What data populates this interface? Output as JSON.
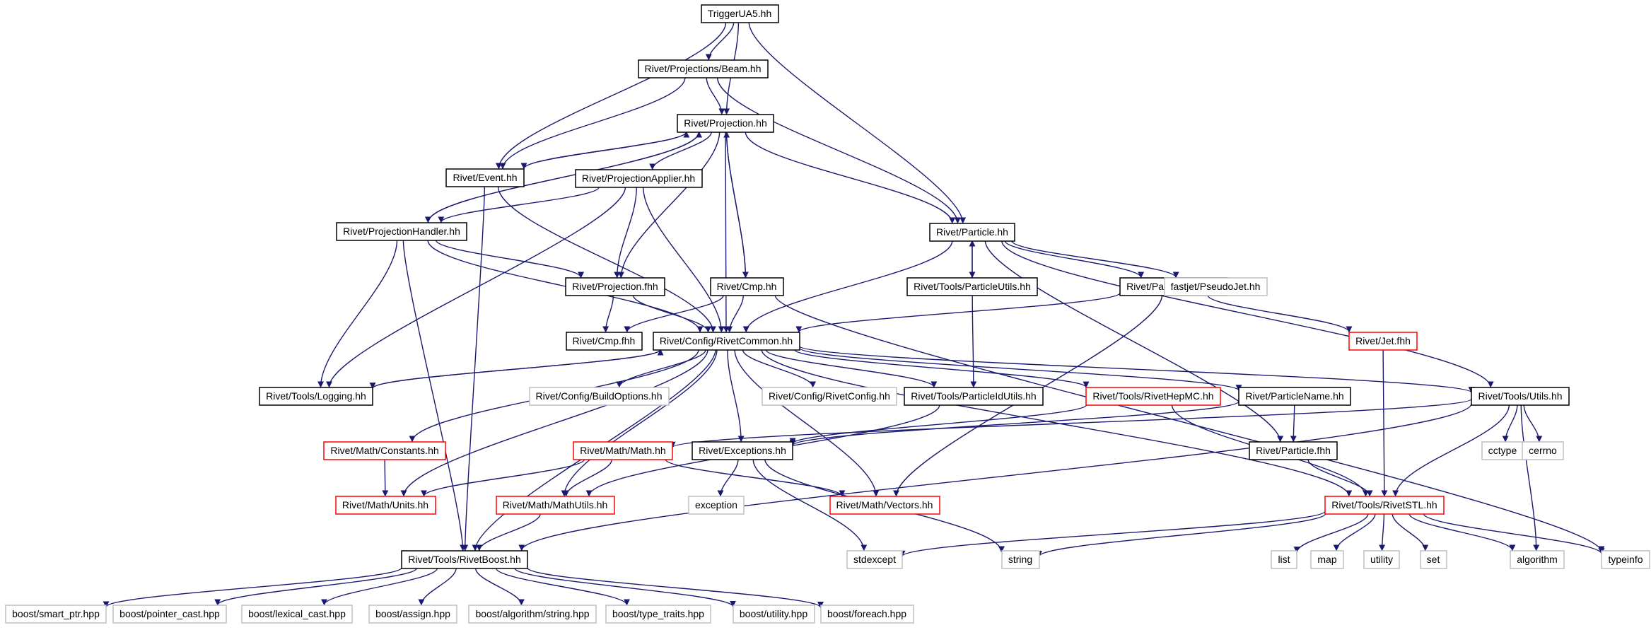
{
  "colors": {
    "edge": "#191970",
    "node_border_normal": "#000000",
    "node_border_red": "#ff0000",
    "node_border_system": "#bfbfbf",
    "root_fill": "#bfbfbf"
  },
  "nodes": [
    {
      "id": "n0",
      "label": "TriggerUA5.hh",
      "kind": "root"
    },
    {
      "id": "n1",
      "label": "Rivet/Projections/Beam.hh",
      "kind": "normal"
    },
    {
      "id": "n2",
      "label": "Rivet/Projection.hh",
      "kind": "normal"
    },
    {
      "id": "n3",
      "label": "Rivet/Event.hh",
      "kind": "normal"
    },
    {
      "id": "n4",
      "label": "Rivet/ProjectionApplier.hh",
      "kind": "normal"
    },
    {
      "id": "n5",
      "label": "Rivet/Particle.hh",
      "kind": "normal"
    },
    {
      "id": "n6",
      "label": "Rivet/ProjectionHandler.hh",
      "kind": "normal"
    },
    {
      "id": "n7",
      "label": "Rivet/Projection.fhh",
      "kind": "normal"
    },
    {
      "id": "n8",
      "label": "Rivet/Cmp.hh",
      "kind": "normal"
    },
    {
      "id": "n9",
      "label": "Rivet/Tools/ParticleUtils.hh",
      "kind": "normal"
    },
    {
      "id": "n10",
      "label": "Rivet/ParticleBase.hh",
      "kind": "normal"
    },
    {
      "id": "n11",
      "label": "fastjet/PseudoJet.hh",
      "kind": "system"
    },
    {
      "id": "n12",
      "label": "Rivet/Cmp.fhh",
      "kind": "normal"
    },
    {
      "id": "n13",
      "label": "Rivet/Config/RivetCommon.hh",
      "kind": "normal"
    },
    {
      "id": "n14",
      "label": "Rivet/Jet.fhh",
      "kind": "red"
    },
    {
      "id": "n15",
      "label": "Rivet/Tools/Logging.hh",
      "kind": "normal"
    },
    {
      "id": "n16",
      "label": "Rivet/Config/BuildOptions.hh",
      "kind": "system"
    },
    {
      "id": "n17",
      "label": "Rivet/Config/RivetConfig.hh",
      "kind": "system"
    },
    {
      "id": "n18",
      "label": "Rivet/Tools/ParticleIdUtils.hh",
      "kind": "normal"
    },
    {
      "id": "n19",
      "label": "Rivet/Tools/RivetHepMC.hh",
      "kind": "red"
    },
    {
      "id": "n20",
      "label": "Rivet/ParticleName.hh",
      "kind": "normal"
    },
    {
      "id": "n21",
      "label": "Rivet/Tools/Utils.hh",
      "kind": "normal"
    },
    {
      "id": "n22",
      "label": "Rivet/Math/Constants.hh",
      "kind": "red"
    },
    {
      "id": "n23",
      "label": "Rivet/Math/Math.hh",
      "kind": "red"
    },
    {
      "id": "n24",
      "label": "Rivet/Exceptions.hh",
      "kind": "normal"
    },
    {
      "id": "n25",
      "label": "cctype",
      "kind": "system"
    },
    {
      "id": "n26",
      "label": "cerrno",
      "kind": "system"
    },
    {
      "id": "n27",
      "label": "Rivet/Particle.fhh",
      "kind": "normal"
    },
    {
      "id": "n28",
      "label": "Rivet/Math/Units.hh",
      "kind": "red"
    },
    {
      "id": "n29",
      "label": "Rivet/Math/MathUtils.hh",
      "kind": "red"
    },
    {
      "id": "n30",
      "label": "exception",
      "kind": "system"
    },
    {
      "id": "n31",
      "label": "Rivet/Math/Vectors.hh",
      "kind": "red"
    },
    {
      "id": "n32",
      "label": "Rivet/Tools/RivetSTL.hh",
      "kind": "red"
    },
    {
      "id": "n33",
      "label": "Rivet/Tools/RivetBoost.hh",
      "kind": "normal"
    },
    {
      "id": "n34",
      "label": "stdexcept",
      "kind": "system"
    },
    {
      "id": "n35",
      "label": "string",
      "kind": "system"
    },
    {
      "id": "n36",
      "label": "list",
      "kind": "system"
    },
    {
      "id": "n37",
      "label": "map",
      "kind": "system"
    },
    {
      "id": "n38",
      "label": "utility",
      "kind": "system"
    },
    {
      "id": "n39",
      "label": "set",
      "kind": "system"
    },
    {
      "id": "n40",
      "label": "algorithm",
      "kind": "system"
    },
    {
      "id": "n41",
      "label": "typeinfo",
      "kind": "system"
    },
    {
      "id": "n42",
      "label": "boost/smart_ptr.hpp",
      "kind": "system"
    },
    {
      "id": "n43",
      "label": "boost/pointer_cast.hpp",
      "kind": "system"
    },
    {
      "id": "n44",
      "label": "boost/lexical_cast.hpp",
      "kind": "system"
    },
    {
      "id": "n45",
      "label": "boost/assign.hpp",
      "kind": "system"
    },
    {
      "id": "n46",
      "label": "boost/algorithm/string.hpp",
      "kind": "system"
    },
    {
      "id": "n47",
      "label": "boost/type_traits.hpp",
      "kind": "system"
    },
    {
      "id": "n48",
      "label": "boost/utility.hpp",
      "kind": "system"
    },
    {
      "id": "n49",
      "label": "boost/foreach.hpp",
      "kind": "system"
    }
  ],
  "edges": [
    [
      "n0",
      "n1"
    ],
    [
      "n0",
      "n2"
    ],
    [
      "n0",
      "n3"
    ],
    [
      "n0",
      "n5"
    ],
    [
      "n1",
      "n2"
    ],
    [
      "n1",
      "n3"
    ],
    [
      "n1",
      "n5"
    ],
    [
      "n2",
      "n3"
    ],
    [
      "n2",
      "n4"
    ],
    [
      "n2",
      "n5"
    ],
    [
      "n2",
      "n6"
    ],
    [
      "n2",
      "n7"
    ],
    [
      "n2",
      "n8"
    ],
    [
      "n2",
      "n13"
    ],
    [
      "n3",
      "n2"
    ],
    [
      "n3",
      "n13"
    ],
    [
      "n3",
      "n33"
    ],
    [
      "n4",
      "n6"
    ],
    [
      "n4",
      "n7"
    ],
    [
      "n4",
      "n13"
    ],
    [
      "n4",
      "n15"
    ],
    [
      "n5",
      "n9"
    ],
    [
      "n5",
      "n10"
    ],
    [
      "n5",
      "n11"
    ],
    [
      "n5",
      "n13"
    ],
    [
      "n5",
      "n21"
    ],
    [
      "n5",
      "n27"
    ],
    [
      "n6",
      "n2"
    ],
    [
      "n6",
      "n7"
    ],
    [
      "n6",
      "n13"
    ],
    [
      "n6",
      "n15"
    ],
    [
      "n6",
      "n33"
    ],
    [
      "n7",
      "n12"
    ],
    [
      "n7",
      "n13"
    ],
    [
      "n8",
      "n2"
    ],
    [
      "n8",
      "n12"
    ],
    [
      "n8",
      "n13"
    ],
    [
      "n8",
      "n41"
    ],
    [
      "n9",
      "n5"
    ],
    [
      "n9",
      "n18"
    ],
    [
      "n10",
      "n13"
    ],
    [
      "n10",
      "n14"
    ],
    [
      "n10",
      "n31"
    ],
    [
      "n13",
      "n15"
    ],
    [
      "n13",
      "n16"
    ],
    [
      "n13",
      "n17"
    ],
    [
      "n13",
      "n18"
    ],
    [
      "n13",
      "n19"
    ],
    [
      "n13",
      "n20"
    ],
    [
      "n13",
      "n21"
    ],
    [
      "n13",
      "n22"
    ],
    [
      "n13",
      "n24"
    ],
    [
      "n13",
      "n28"
    ],
    [
      "n13",
      "n29"
    ],
    [
      "n13",
      "n31"
    ],
    [
      "n13",
      "n32"
    ],
    [
      "n13",
      "n33"
    ],
    [
      "n14",
      "n32"
    ],
    [
      "n15",
      "n13"
    ],
    [
      "n18",
      "n29"
    ],
    [
      "n19",
      "n24"
    ],
    [
      "n19",
      "n32"
    ],
    [
      "n20",
      "n24"
    ],
    [
      "n20",
      "n27"
    ],
    [
      "n21",
      "n23"
    ],
    [
      "n21",
      "n25"
    ],
    [
      "n21",
      "n26"
    ],
    [
      "n21",
      "n32"
    ],
    [
      "n21",
      "n33"
    ],
    [
      "n21",
      "n40"
    ],
    [
      "n22",
      "n28"
    ],
    [
      "n23",
      "n28"
    ],
    [
      "n23",
      "n29"
    ],
    [
      "n23",
      "n31"
    ],
    [
      "n24",
      "n30"
    ],
    [
      "n24",
      "n34"
    ],
    [
      "n24",
      "n35"
    ],
    [
      "n27",
      "n32"
    ],
    [
      "n29",
      "n33"
    ],
    [
      "n32",
      "n34"
    ],
    [
      "n32",
      "n35"
    ],
    [
      "n32",
      "n36"
    ],
    [
      "n32",
      "n37"
    ],
    [
      "n32",
      "n38"
    ],
    [
      "n32",
      "n39"
    ],
    [
      "n32",
      "n40"
    ],
    [
      "n32",
      "n41"
    ],
    [
      "n33",
      "n42"
    ],
    [
      "n33",
      "n43"
    ],
    [
      "n33",
      "n44"
    ],
    [
      "n33",
      "n45"
    ],
    [
      "n33",
      "n46"
    ],
    [
      "n33",
      "n47"
    ],
    [
      "n33",
      "n48"
    ],
    [
      "n33",
      "n49"
    ]
  ]
}
